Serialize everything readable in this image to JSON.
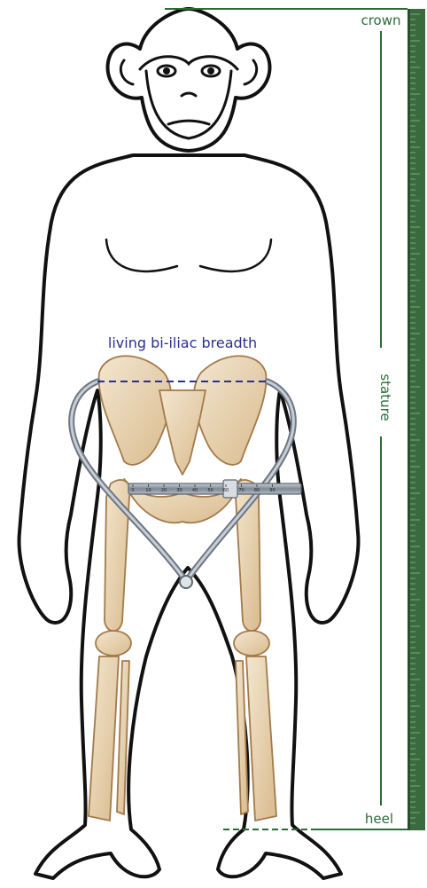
{
  "labels": {
    "crown": "crown",
    "stature": "stature",
    "heel": "heel",
    "breadth": "living bi-iliac breadth"
  },
  "caliper_ticks": [
    "0",
    "10",
    "20",
    "30",
    "40",
    "50",
    "60",
    "70",
    "80",
    "90"
  ],
  "colors": {
    "outline": "#111111",
    "bone_fill": "#e9d6b8",
    "bone_stroke": "#a27a4a",
    "ruler": "#3a6b3e",
    "ruler_dark": "#284f2c",
    "measure_line": "#2c6b35",
    "breadth": "#2b2f8f",
    "caliper": "#8c96a3"
  }
}
